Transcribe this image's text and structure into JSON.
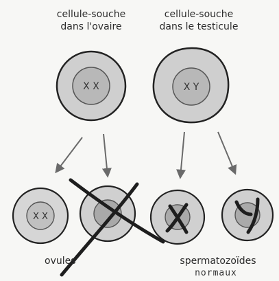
{
  "labels": {
    "stem_ovary_line1": "cellule-souche",
    "stem_ovary_line2": "dans l'ovaire",
    "stem_testis_line1": "cellule-souche",
    "stem_testis_line2": "dans le testicule",
    "ovules": "ovules",
    "sperm": "spermatozoïdes",
    "normal": "normaux"
  },
  "chromosomes": {
    "stem_ovary": "X X",
    "stem_testis": "X Y",
    "egg_1": "X X"
  }
}
